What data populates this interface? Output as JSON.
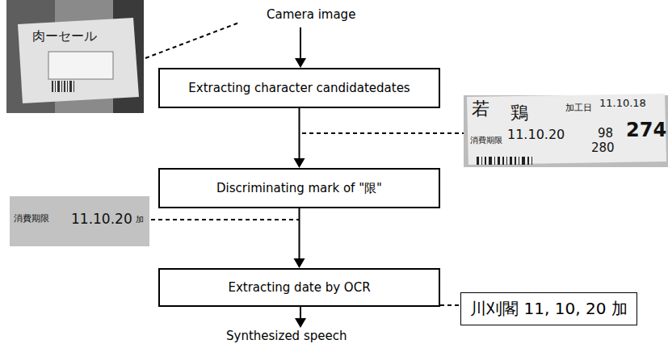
{
  "diagram": {
    "nodes": [
      {
        "text": [
          "Extracting character candidatedates"
        ]
      },
      {
        "text": [
          "Discriminating mark of \"限\""
        ]
      },
      {
        "text": [
          "Extracting date by OCR"
        ]
      },
      {
        "text": [
          "川刈閣 11, 10, 20 加"
        ]
      }
    ],
    "edges": [
      {
        "from": 0,
        "to": 1,
        "arrow": "to"
      },
      {
        "from": 1,
        "to": 2,
        "arrow": "to"
      }
    ],
    "labels": [
      "Camera image",
      "肉ーセール",
      "若",
      "鶏",
      "11.10.18",
      "消費期限",
      "11.10.20",
      "加工日",
      "98",
      "280",
      "274",
      "消費期限",
      "11.10.20",
      "加",
      "Synthesized speech"
    ]
  }
}
